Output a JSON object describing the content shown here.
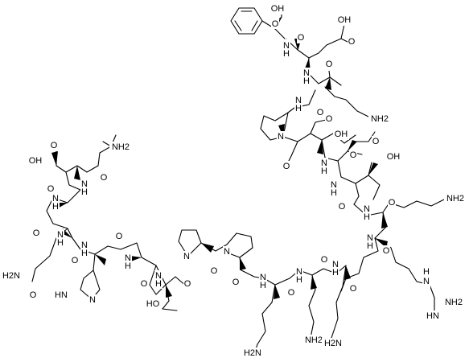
{
  "structure": {
    "labels": {
      "oh_phe": "OH",
      "o_phe": "O",
      "o_asp_top_acid": "O",
      "oh_asp_top": "OH",
      "n_phe_asp": "N",
      "h_phe_asp": "H",
      "o_phe_amide": "O",
      "n_asp_orn": "N",
      "h_asp_orn": "H",
      "o_asp_amide": "O",
      "n_orn_pro": "N",
      "h_orn_pro": "H",
      "nh2_orn": "NH2",
      "o_pro_top": "O",
      "n_pro_ring_top": "N",
      "oh_asp_mid": "OH",
      "o_asp_mid_acid": "O",
      "o_pro_carbonyl": "O",
      "n_asp_glu": "N",
      "h_asp_glu": "H",
      "o_glu_acid": "O",
      "oh_glu": "OH",
      "o_glu_amide": "O",
      "n_glu_leu": "N",
      "h_glu_leu": "H",
      "o_leu": "O",
      "n_leu_lys": "N",
      "h_leu_lys": "H",
      "nh2_lys_right": "NH2",
      "o_lys_right": "O",
      "n_lys_arg": "N",
      "h_lys_arg": "H",
      "o_arg": "O",
      "n_arg_side": "N",
      "h_arg_side": "H",
      "nh2_arg": "NH2",
      "hn_arg": "HN",
      "o_asp_left_acid": "O",
      "oh_asp_left": "OH",
      "nh2_ala_nterm": "NH2",
      "o_ala_nterm": "O",
      "n_ala_asp": "N",
      "h_ala_asp": "H",
      "o_asp_left_amide": "O",
      "n_asp_ala": "N",
      "h_asp_ala": "H",
      "o_ala2": "O",
      "n_ala_gln": "N",
      "h_ala_gln": "H",
      "o_gln": "O",
      "n_gln_his": "N",
      "h_gln_his": "H",
      "o_his": "O",
      "n_his_ala": "N",
      "h_his_ala": "H",
      "o_ala3": "O",
      "n_ala_thr": "N",
      "h_ala_thr": "H",
      "o_thr": "O",
      "ho_thr": "HO",
      "h2n_gln": "H2N",
      "o_gln_side": "O",
      "n_his_ring": "N",
      "hn_his_ring": "HN",
      "n_pro1": "N",
      "o_pro1": "O",
      "n_pro2": "N",
      "o_pro2": "O",
      "n_pro_lys": "N",
      "h_pro_lys": "H",
      "o_lys1": "O",
      "n_lys1_lys2": "N",
      "h_lys1_lys2": "H",
      "o_lys2": "O",
      "n_lys2_lys3": "N",
      "h_lys2_lys3": "H",
      "o_lys3": "O",
      "h2n_lys1": "H2N",
      "nh2_lys2": "NH2",
      "h2n_lys3": "H2N"
    }
  }
}
